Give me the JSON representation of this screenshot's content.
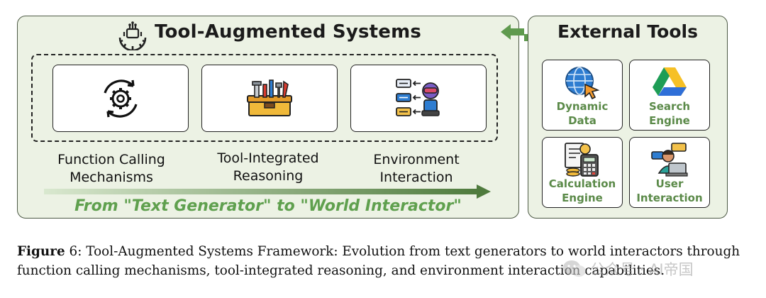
{
  "main_panel": {
    "title": "Tool-Augmented Systems",
    "capabilities": [
      {
        "label": "Function Calling\nMechanisms",
        "icon": "function-calling-gear-icon"
      },
      {
        "label": "Tool-Integrated\nReasoning",
        "icon": "toolbox-icon"
      },
      {
        "label": "Environment\nInteraction",
        "icon": "robot-interaction-icon"
      }
    ],
    "tagline": "From \"Text Generator\" to \"World Interactor\""
  },
  "tools_panel": {
    "title": "External Tools",
    "tools": [
      {
        "label": "Dynamic\nData",
        "icon": "globe-cursor-icon"
      },
      {
        "label": "Search\nEngine",
        "icon": "drive-triangle-icon"
      },
      {
        "label": "Calculation\nEngine",
        "icon": "calculator-icon"
      },
      {
        "label": "User\nInteraction",
        "icon": "user-chat-icon"
      }
    ]
  },
  "caption": {
    "label": "Figure",
    "number": "6",
    "text": ": Tool-Augmented Systems Framework: Evolution from text generators to world interactors through function calling mechanisms, tool-integrated reasoning, and environment interaction capabilities."
  },
  "watermark": {
    "text": "公众号 · AI帝国"
  },
  "colors": {
    "panel_bg": "#ecf2e4",
    "accent_green": "#5fa04e",
    "border": "#4d5a45"
  }
}
